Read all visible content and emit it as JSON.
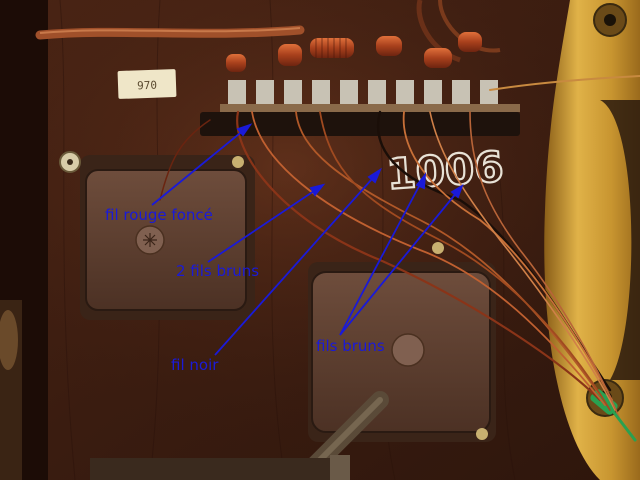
{
  "photo": {
    "tag_number": "970",
    "chalk_number": "1006"
  },
  "annotations": {
    "color": "#1a1ad8",
    "labels": [
      {
        "id": "fil-rouge-fonce",
        "text": "fil rouge foncé"
      },
      {
        "id": "2-fils-bruns",
        "text": "2 fils bruns"
      },
      {
        "id": "fil-noir",
        "text": "fil noir"
      },
      {
        "id": "fils-bruns",
        "text": "fils bruns"
      }
    ]
  }
}
